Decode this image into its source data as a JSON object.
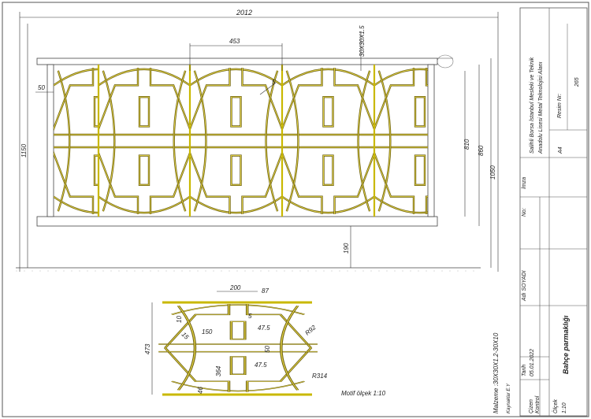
{
  "drawing": {
    "overall_width": "2012",
    "bay_width": "453",
    "profile_top": "30X30X1.5",
    "dim_left_post": "50",
    "dim_gap": "5",
    "total_height": "1150",
    "height_1050": "1050",
    "height_860": "860",
    "height_810": "810",
    "bottom_clearance": "190"
  },
  "motif_detail": {
    "dims": {
      "w200": "200",
      "w87": "87",
      "d10": "10",
      "d5": "5",
      "d15": "15",
      "w150": "150",
      "d47a": "47.5",
      "d47b": "47.5",
      "d50": "50",
      "r92": "R92",
      "h364": "364",
      "r314": "R314",
      "h473": "473",
      "d46": "46"
    },
    "caption": "Motif  ölçek 1:10"
  },
  "notes": {
    "material": "Malzeme :30X30X1.2-30X10",
    "source": "Kaynaklar E.Y"
  },
  "title_block": {
    "cizen": "Çizen",
    "kontrol": "Kontrol",
    "tarih_label": "Tarih",
    "tarih": "05.01.2022",
    "name_label": "Adı SOYADI",
    "no_label": "No:",
    "imza_label": "İmza",
    "olcek_label": "Ölçek",
    "olcek": "1:10",
    "title": "Bahçe parmaklığı",
    "school_line1": "Salihli Borsa İstanbul Mesleki ve Teknik",
    "school_line2": "Anadolu Lisesi     Metal Teknolojisi Alanı",
    "paper": "A4",
    "resim_label": "Resim Nr:",
    "resim_no": "265"
  },
  "colors": {
    "bar": "#c9b800",
    "motif": "#6b5f10"
  }
}
